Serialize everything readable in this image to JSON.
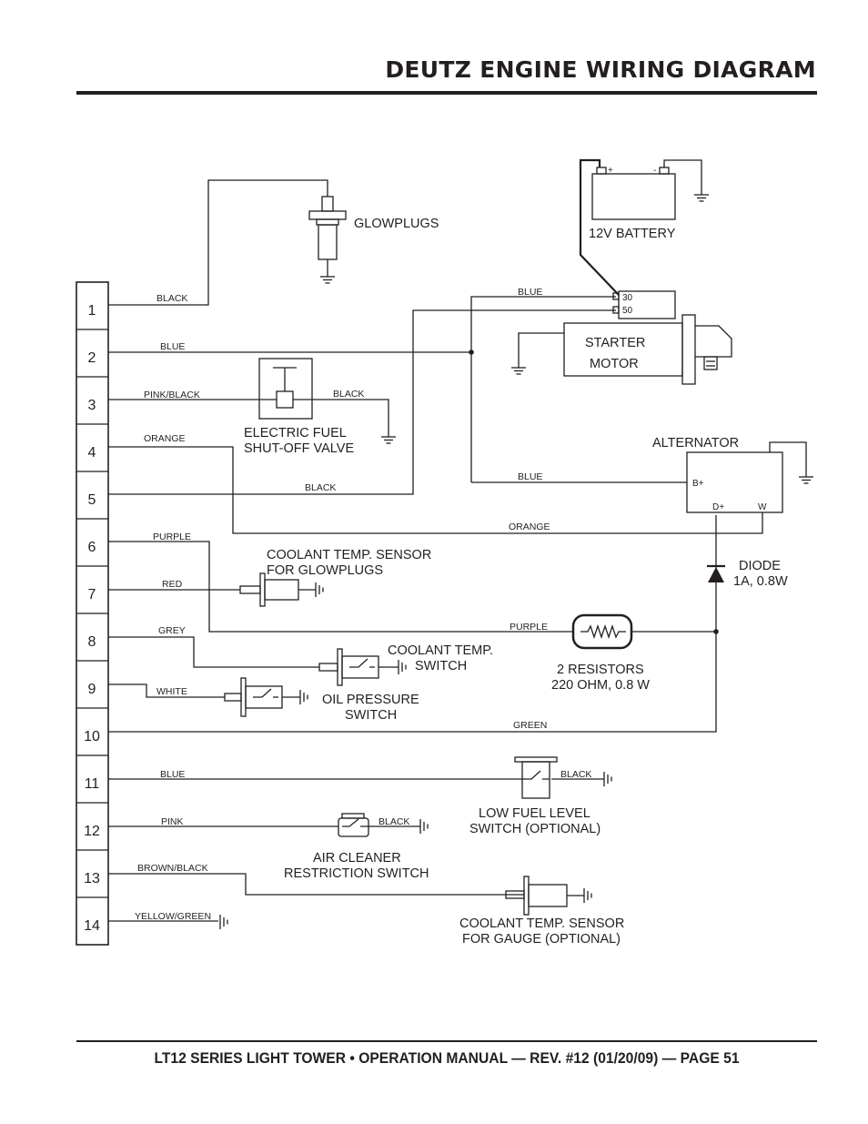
{
  "header": {
    "title": "DEUTZ ENGINE WIRING DIAGRAM"
  },
  "footer": {
    "text": "LT12 SERIES LIGHT TOWER • OPERATION MANUAL — REV. #12 (01/20/09) — PAGE 51"
  },
  "terminals": [
    "1",
    "2",
    "3",
    "4",
    "5",
    "6",
    "7",
    "8",
    "9",
    "10",
    "11",
    "12",
    "13",
    "14"
  ],
  "wires": {
    "t1": "BLACK",
    "t2": "BLUE",
    "t3": "PINK/BLACK",
    "t3_valve": "BLACK",
    "t4": "ORANGE",
    "t5": "BLACK",
    "t6": "PURPLE",
    "t7": "RED",
    "t8": "GREY",
    "t9": "WHITE",
    "t10": "GREEN",
    "t11": "BLUE",
    "t11_switch": "BLACK",
    "t12": "PINK",
    "t12_switch": "BLACK",
    "t13": "BROWN/BLACK",
    "t14": "YELLOW/GREEN",
    "starter_blue": "BLUE",
    "alt_blue": "BLUE",
    "alt_orange": "ORANGE",
    "resistor_purple": "PURPLE"
  },
  "components": {
    "glowplugs": "GLOWPLUGS",
    "battery": "12V BATTERY",
    "battery_plus": "+",
    "battery_minus": "-",
    "starter_line1": "STARTER",
    "starter_line2": "MOTOR",
    "starter_t30": "30",
    "starter_t50": "50",
    "valve_line1": "ELECTRIC FUEL",
    "valve_line2": "SHUT-OFF VALVE",
    "alternator": "ALTERNATOR",
    "alt_bplus": "B+",
    "alt_dplus": "D+",
    "alt_w": "W",
    "diode_line1": "DIODE",
    "diode_line2": "1A, 0.8W",
    "sensor_glow_line1": "COOLANT TEMP. SENSOR",
    "sensor_glow_line2": "FOR GLOWPLUGS",
    "coolant_switch_line1": "COOLANT TEMP.",
    "coolant_switch_line2": "SWITCH",
    "resistors_line1": "2 RESISTORS",
    "resistors_line2": "220 OHM, 0.8 W",
    "oil_line1": "OIL PRESSURE",
    "oil_line2": "SWITCH",
    "fuel_level_line1": "LOW FUEL LEVEL",
    "fuel_level_line2": "SWITCH (OPTIONAL)",
    "air_line1": "AIR CLEANER",
    "air_line2": "RESTRICTION SWITCH",
    "sensor_gauge_line1": "COOLANT TEMP. SENSOR",
    "sensor_gauge_line2": "FOR GAUGE (OPTIONAL)"
  }
}
